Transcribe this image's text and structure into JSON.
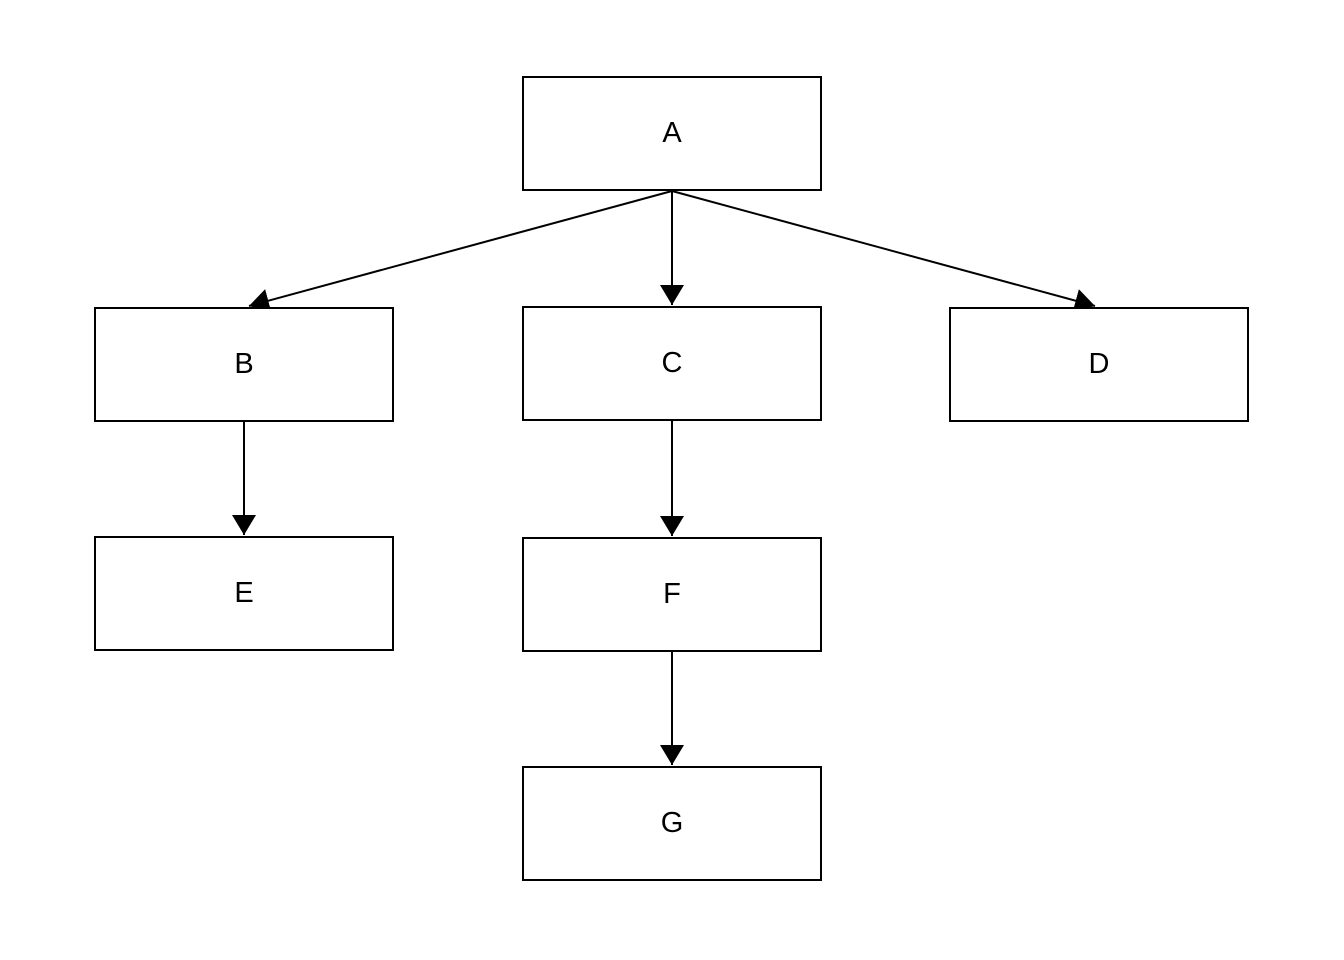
{
  "diagram": {
    "type": "tree",
    "background_color": "#ffffff",
    "line_color": "#000000",
    "node_fill_color": "#ffffff",
    "text_color": "#000000",
    "nodes": [
      {
        "id": "A",
        "label": "A"
      },
      {
        "id": "B",
        "label": "B"
      },
      {
        "id": "C",
        "label": "C"
      },
      {
        "id": "D",
        "label": "D"
      },
      {
        "id": "E",
        "label": "E"
      },
      {
        "id": "F",
        "label": "F"
      },
      {
        "id": "G",
        "label": "G"
      }
    ],
    "edges": [
      {
        "from": "A",
        "to": "B"
      },
      {
        "from": "A",
        "to": "C"
      },
      {
        "from": "A",
        "to": "D"
      },
      {
        "from": "B",
        "to": "E"
      },
      {
        "from": "C",
        "to": "F"
      },
      {
        "from": "F",
        "to": "G"
      }
    ]
  }
}
